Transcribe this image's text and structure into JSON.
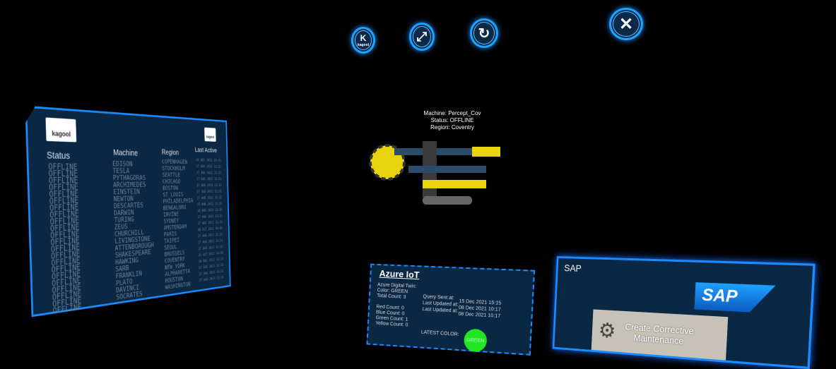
{
  "toolbar": {
    "kagool_label": "K",
    "kagool_sub": "kagool",
    "expand": "⤢",
    "refresh": "↻",
    "close": "✕"
  },
  "machine_label": {
    "machine": "Machine: Percept_Cov",
    "status": "Status: OFFLINE",
    "region": "Region: Coventry"
  },
  "table": {
    "logo": "kagool",
    "headers": {
      "status": "Status",
      "machine": "Machine",
      "region": "Region",
      "last_active": "Last Active"
    },
    "status": [
      "OFFLINE",
      "OFFLINE",
      "OFFLINE",
      "OFFLINE",
      "OFFLINE",
      "OFFLINE",
      "OFFLINE",
      "OFFLINE",
      "OFFLINE",
      "OFFLINE",
      "OFFLINE",
      "OFFLINE",
      "OFFLINE",
      "OFFLINE",
      "OFFLINE",
      "OFFLINE",
      "OFFLINE",
      "OFFLINE",
      "OFFLINE",
      "OFFLINE",
      "OFFLINE",
      "OFFLINE"
    ],
    "machines": [
      "EDISON",
      "TESLA",
      "PYTHAGORAS",
      "ARCHIMEDES",
      "EINSTEIN",
      "NEWTON",
      "DESCARTES",
      "DARWIN",
      "TURING",
      "ZEUS",
      "CHURCHILL",
      "LIVINGSTONE",
      "ATTENBOROUGH",
      "SHAKESPEARE",
      "HAWKING",
      "SARB",
      "FRANKLIN",
      "PLATO",
      "DAVINCI",
      "SOCRATES"
    ],
    "regions": [
      "COPENHAGEN",
      "STOCKHOLM",
      "SEATTLE",
      "CHICAGO",
      "BOSTON",
      "ST_LOUIS",
      "PHILADELPHIA",
      "BENGALURU",
      "IRVINE",
      "SYDNEY",
      "AMSTERDAM",
      "PARIS",
      "TAIPEI",
      "SEOUL",
      "BRUSSELS",
      "COVENTRY",
      "NEW_YORK",
      "ALPHARETTA",
      "HOUSTON",
      "WASHINGTON"
    ],
    "last_active": [
      "15 DEC 2021 10:43",
      "27 AUG 2021 11:21",
      "27 AUG 2021 11:21",
      "27 AUG 2021 11:21",
      "27 AUG 2021 11:21",
      "27 AUG 2021 11:21",
      "27 AUG 2021 11:21",
      "27 AUG 2021 11:21",
      "19 NOV 2021 12:25",
      "27 AUG 2021 11:21",
      "27 AUG 2021 11:21",
      "08 OCT 2021 09:01",
      "27 AUG 2021 11:21",
      "27 AUG 2021 11:21",
      "27 AUG 2021 11:21",
      "21 OCT 2021 14:36",
      "18 DEC 2021 11:13",
      "27 AUG 2021 11:21",
      "27 AUG 2021 11:21",
      "27 AUG 2021 11:21"
    ]
  },
  "azure": {
    "title": "Azure IoT",
    "twin": "Azure Digital Twin:",
    "color": "Color: GREEN",
    "total": "Total Count: 3",
    "red": "Red Count: 0",
    "blue": "Blue Count: 0",
    "green": "Green Count: 1",
    "yellow": "Yellow Count: 0",
    "q1l": "Query Sent at:",
    "q1v": "15 Dec 2021 15:15",
    "q2l": "Last Updated at:",
    "q2v": "08 Dec 2021 10:17",
    "q3l": "Last Updated at:",
    "q3v": "08 Dec 2021 10:17",
    "latest_label": "LATEST COLOR:",
    "latest_value": "GREEN",
    "latest_color": "#22e622"
  },
  "sap": {
    "title": "SAP",
    "logo": "SAP",
    "button": "Create Corrective Maintenance"
  }
}
